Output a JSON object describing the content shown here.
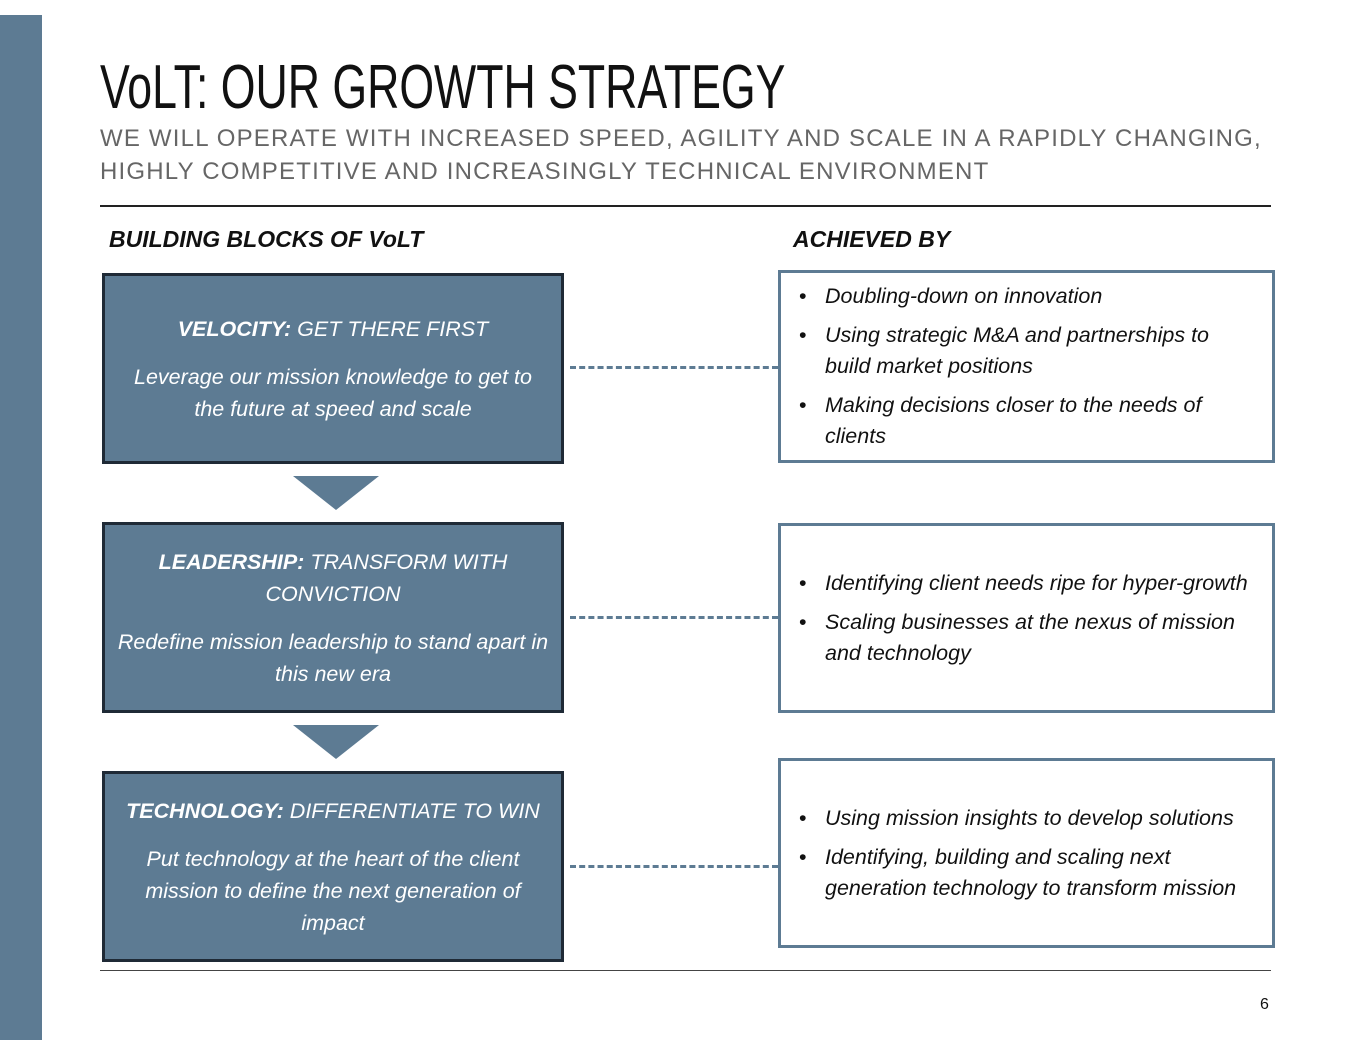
{
  "title": "VoLT: OUR GROWTH STRATEGY",
  "subtitle": "WE WILL OPERATE WITH INCREASED SPEED, AGILITY AND SCALE IN A RAPIDLY CHANGING, HIGHLY COMPETITIVE AND INCREASINGLY TECHNICAL ENVIRONMENT",
  "left_heading": "BUILDING BLOCKS OF VoLT",
  "right_heading": "ACHIEVED BY",
  "blocks": [
    {
      "label": "VELOCITY:",
      "tagline": " GET THERE FIRST",
      "description": "Leverage our mission knowledge to get to the future at speed and scale",
      "achieved": [
        "Doubling-down on innovation",
        "Using strategic M&A and partnerships to build market positions",
        "Making decisions closer to the needs of clients"
      ]
    },
    {
      "label": "LEADERSHIP:",
      "tagline": " TRANSFORM WITH CONVICTION",
      "description": "Redefine mission leadership to stand apart in this new era",
      "achieved": [
        "Identifying client needs ripe for hyper-growth",
        "Scaling businesses at the nexus of mission and technology"
      ]
    },
    {
      "label": "TECHNOLOGY:",
      "tagline": " DIFFERENTIATE TO WIN",
      "description": "Put technology at the heart of the client mission to define the next generation of impact",
      "achieved": [
        "Using mission insights to develop solutions",
        "Identifying, building and scaling next generation technology to transform mission"
      ]
    }
  ],
  "bullet": "•",
  "page_number": "6",
  "colors": {
    "accent": "#5d7b93",
    "dark_border": "#1f2a36"
  }
}
